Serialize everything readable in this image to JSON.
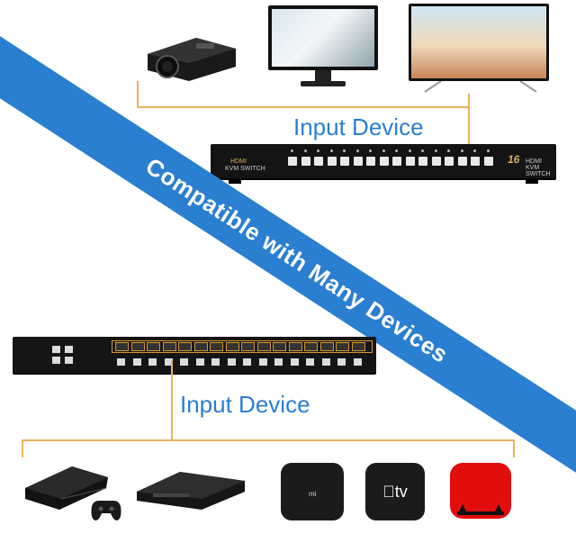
{
  "ribbon": {
    "text": "Compatible with Many Devices",
    "color": "#2a7fd0"
  },
  "top_label": "Input Device",
  "bottom_label": "Input Device",
  "kvm_top": {
    "brand": "HDMI",
    "model": "KVM SWITCH",
    "badge": "16",
    "product": "HDMI KVM SWITCH"
  },
  "appletv_label": "tv",
  "mibox_label": "mi",
  "accent_color": "#e8b35a"
}
